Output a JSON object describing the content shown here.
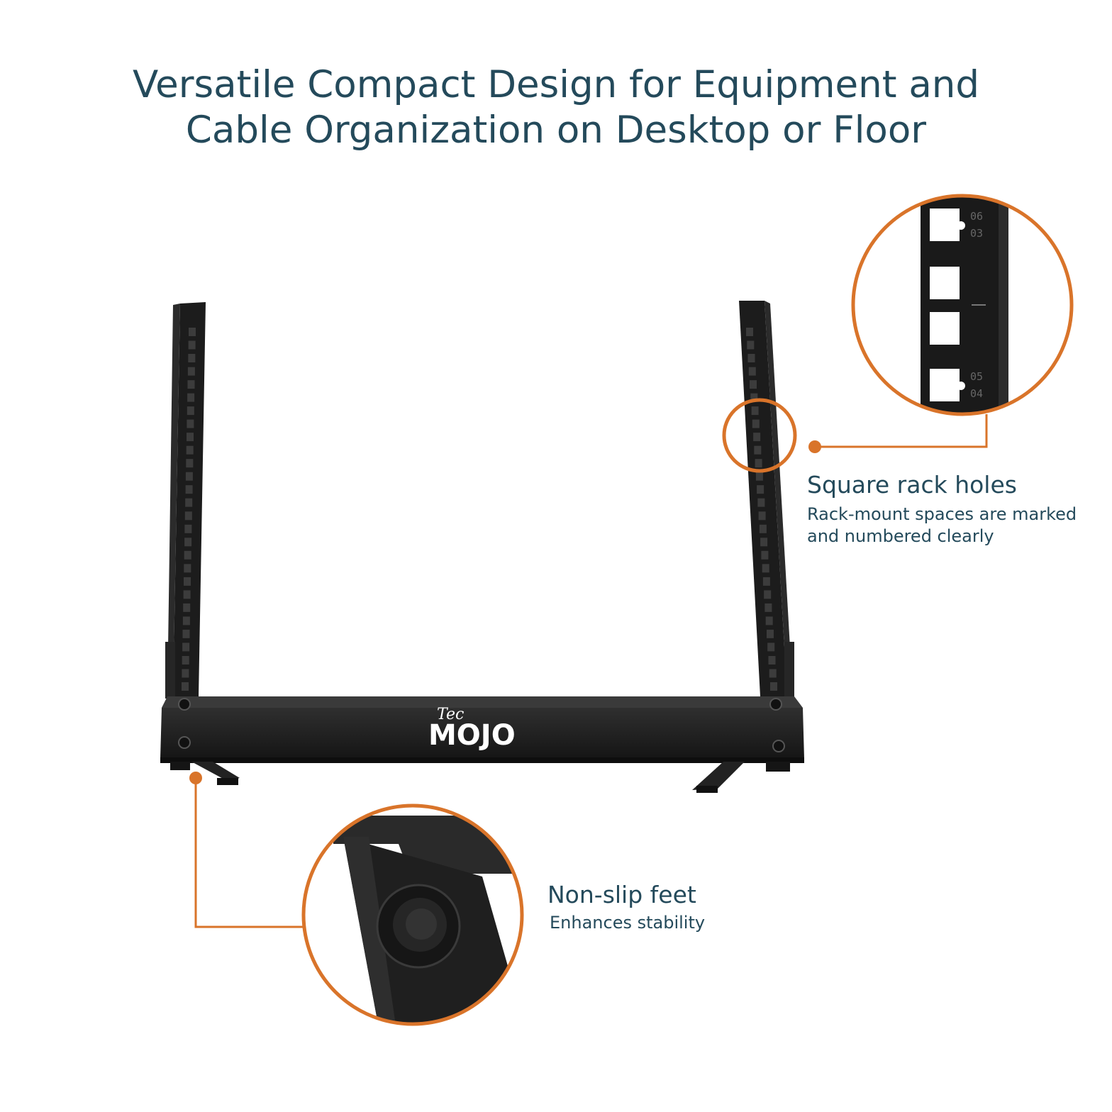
{
  "headline": {
    "line1": "Versatile Compact Design for Equipment and",
    "line2": "Cable Organization on Desktop or Floor"
  },
  "logo": {
    "small": "Tec",
    "main": "MOJO"
  },
  "callouts": {
    "rack_holes": {
      "title": "Square rack holes",
      "desc_line1": "Rack-mount spaces are marked",
      "desc_line2": "and numbered clearly",
      "zoom_labels": [
        "06",
        "03",
        "05",
        "04"
      ]
    },
    "feet": {
      "title": "Non-slip feet",
      "desc": "Enhances stability"
    }
  },
  "colors": {
    "accent": "#d9742a",
    "text": "#244a5b",
    "metal": "#1e1e1e"
  }
}
